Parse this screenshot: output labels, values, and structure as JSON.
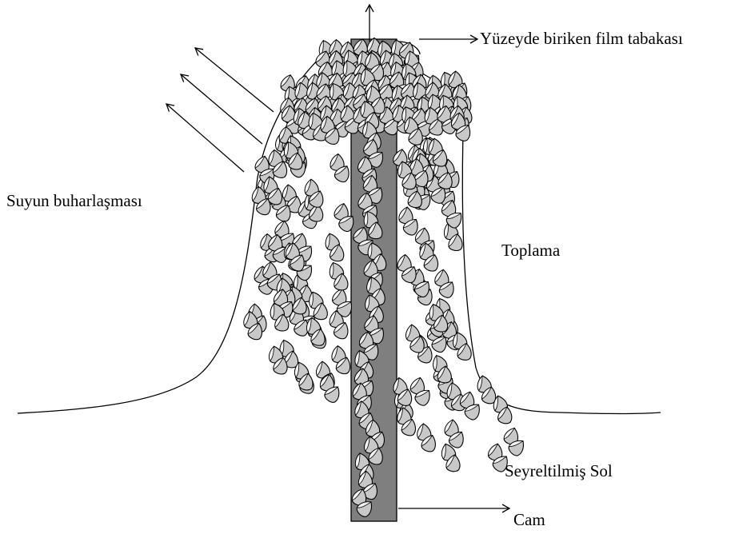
{
  "labels": {
    "film_layer": "Yüzeyde biriken film tabakası",
    "evaporation": "Suyun buharlaşması",
    "collection": "Toplama",
    "diluted_sol": "Seyreltilmiş Sol",
    "glass": "Cam"
  },
  "colors": {
    "substrate_fill": "#7f7f7f",
    "particle_fill": "#c8c8c8",
    "particle_highlight": "#f2f2f2",
    "stroke": "#000000"
  },
  "icons": [
    "arrow-icon",
    "particle-icon"
  ]
}
